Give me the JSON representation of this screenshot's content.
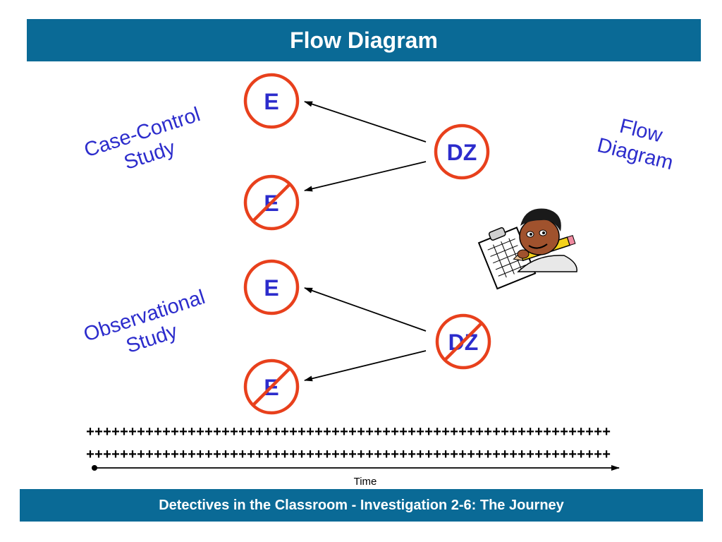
{
  "slide": {
    "title": "Flow Diagram",
    "footer": "Detectives in the Classroom - Investigation 2-6:  The Journey"
  },
  "labels": {
    "case_control_line1": "Case-Control",
    "case_control_line2": "Study",
    "observational_line1": "Observational",
    "observational_line2": "Study",
    "flow_line1": "Flow",
    "flow_line2": "Diagram"
  },
  "nodes": {
    "exposure": "E",
    "disease": "DZ"
  },
  "timeline": {
    "plus_row_1": "++++++++++++++++++++++++++++++++++++++++++++++++++++++++++++++",
    "plus_row_2": "++++++++++++++++++++++++++++++++++++++++++++++++++++++++++++++",
    "label": "Time"
  },
  "icons": {
    "clipart": "detective-with-clipboard-icon"
  },
  "colors": {
    "bar_blue": "#0a6a96",
    "circle_red": "#e8401c",
    "text_blue": "#2c2ccc"
  }
}
